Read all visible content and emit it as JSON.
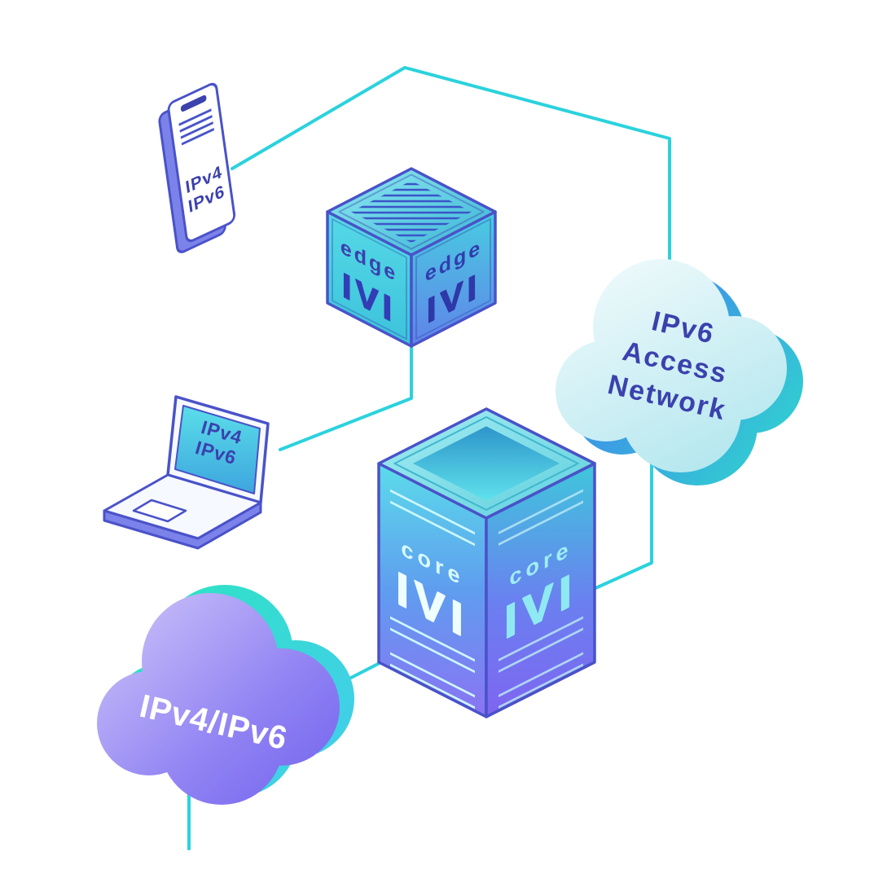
{
  "diagram": {
    "colors": {
      "connection_line": "#2bd2dd",
      "outline": "#4a52c8",
      "label_indigo": "#3b41ad",
      "device_cyan": "#49d4e2",
      "cloud_purple": "#8273f0",
      "cloud_teal_shadow": "#35dfcd",
      "cloud_light": "#dcf3f7"
    },
    "phone": {
      "line1": "IPv4",
      "line2": "IPv6"
    },
    "edge_router": {
      "role": "edge",
      "device": "IVI"
    },
    "access_cloud": {
      "line1": "IPv6",
      "line2": "Access",
      "line3": "Network"
    },
    "laptop": {
      "line1": "IPv4",
      "line2": "IPv6"
    },
    "core_router": {
      "role": "core",
      "device": "IVI"
    },
    "internet_cloud": {
      "label": "IPv4/IPv6"
    }
  }
}
